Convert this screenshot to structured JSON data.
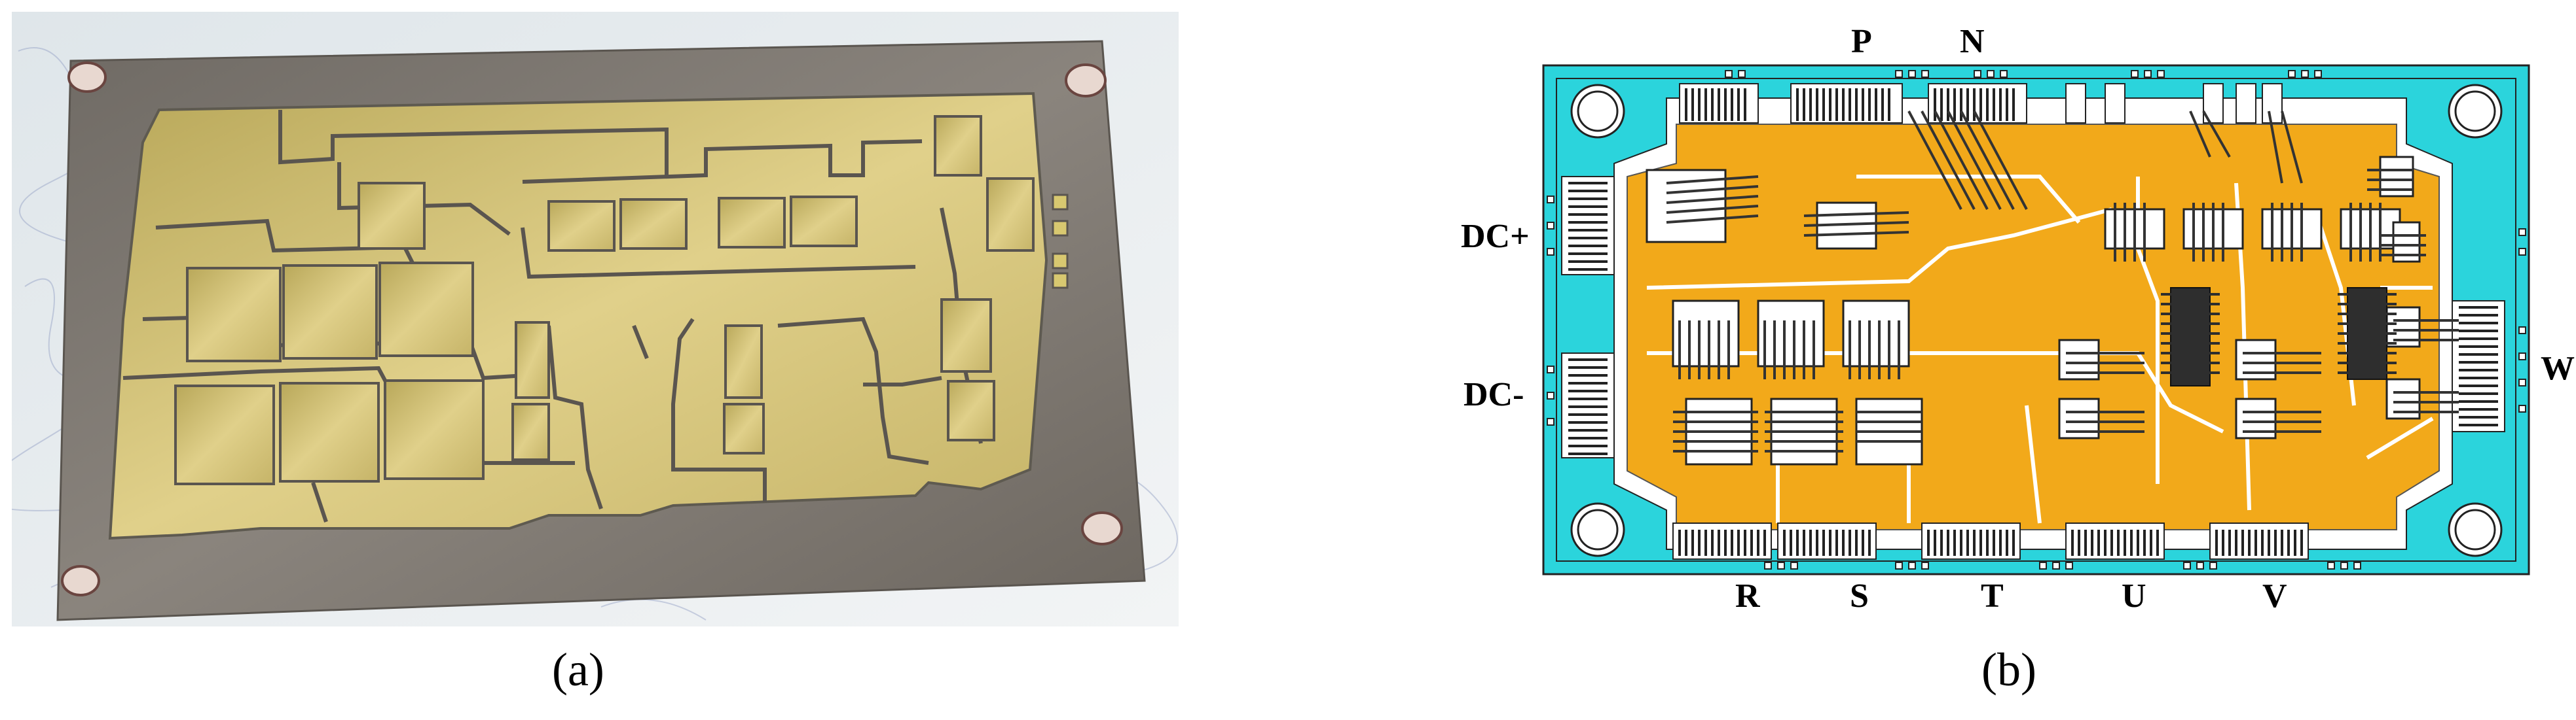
{
  "panel_a": {
    "caption": "(a)",
    "description_colors": {
      "substrate": "#7d7670",
      "copper": "#c9b86a",
      "background": "#e9eef0"
    }
  },
  "panel_b": {
    "caption": "(b)",
    "terminals": {
      "top": [
        "P",
        "N"
      ],
      "left": [
        "DC+",
        "DC-"
      ],
      "right": [
        "W"
      ],
      "bottom": [
        "R",
        "S",
        "T",
        "U",
        "V"
      ]
    },
    "colors": {
      "frame": "#29d4dc",
      "copper": "#f2a91a",
      "outline": "#3a3a3a",
      "chip": "#333333"
    }
  }
}
